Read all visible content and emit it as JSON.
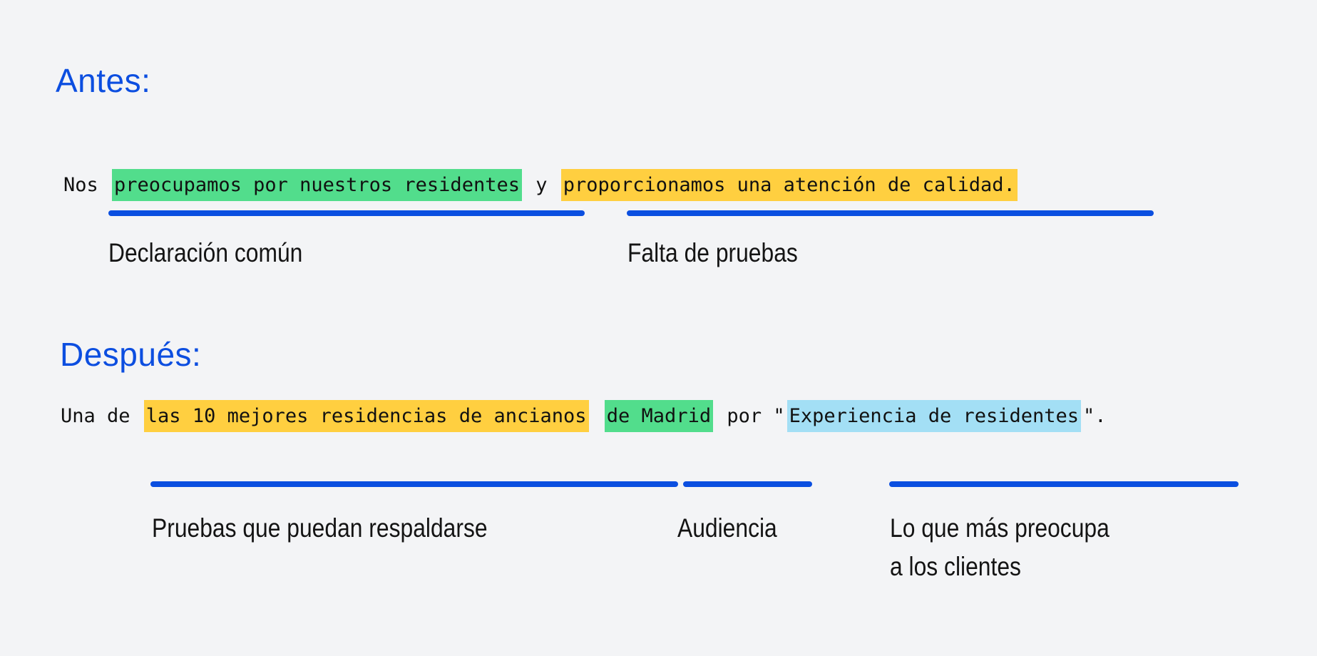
{
  "page": {
    "background_color": "#f3f4f6",
    "accent_blue": "#0c4ee0",
    "highlight_green": "#52dd8c",
    "highlight_yellow": "#ffcf40",
    "highlight_blue": "#a3dff5",
    "text_color": "#111111"
  },
  "before": {
    "heading": "Antes:",
    "sentence": {
      "segments": [
        {
          "text": "Nos ",
          "highlight": "none"
        },
        {
          "text": "preocupamos por nuestros residentes",
          "highlight": "green"
        },
        {
          "text": " y ",
          "highlight": "none"
        },
        {
          "text": "proporcionamos una atención de calidad.",
          "highlight": "yellow"
        }
      ],
      "plain_text": "Nos preocupamos por nuestros residentes y proporcionamos una atención de calidad."
    },
    "annotations": [
      {
        "label": "Declaración común"
      },
      {
        "label": "Falta de pruebas"
      }
    ]
  },
  "after": {
    "heading": "Después:",
    "sentence": {
      "segments": [
        {
          "text": "Una de ",
          "highlight": "none"
        },
        {
          "text": "las 10 mejores residencias de ancianos",
          "highlight": "yellow"
        },
        {
          "text": " ",
          "highlight": "none"
        },
        {
          "text": "de Madrid",
          "highlight": "green"
        },
        {
          "text": " por \"",
          "highlight": "none"
        },
        {
          "text": "Experiencia de residentes",
          "highlight": "blue"
        },
        {
          "text": "\".",
          "highlight": "none"
        }
      ],
      "plain_text": "Una de las 10 mejores residencias de ancianos de Madrid por \"Experiencia de residentes\"."
    },
    "annotations": [
      {
        "label": "Pruebas que puedan respaldarse"
      },
      {
        "label": "Audiencia"
      },
      {
        "label": "Lo que más preocupa\na los clientes"
      }
    ]
  }
}
